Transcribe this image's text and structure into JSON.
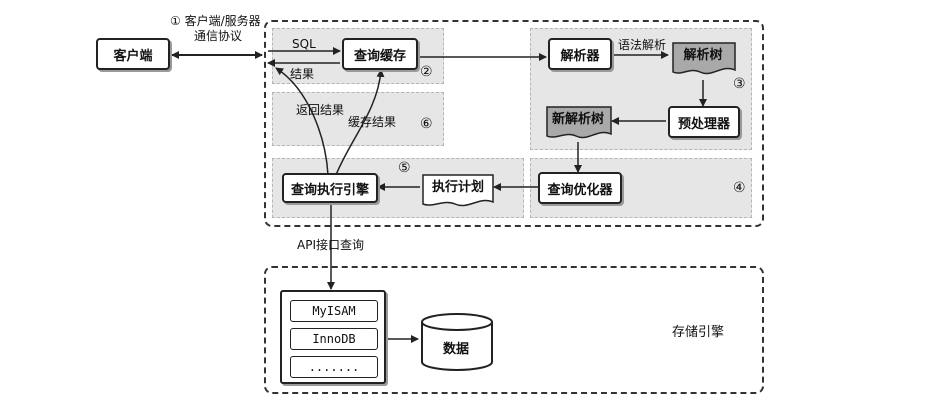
{
  "protocol": {
    "label_line1": "① 客户端/服务器",
    "label_line2": "通信协议"
  },
  "nodes": {
    "client": "客户端",
    "query_cache": "查询缓存",
    "parser": "解析器",
    "parse_tree": "解析树",
    "preprocessor": "预处理器",
    "new_parse_tree": "新解析树",
    "optimizer": "查询优化器",
    "exec_plan": "执行计划",
    "exec_engine": "查询执行引擎",
    "data": "数据"
  },
  "edge_labels": {
    "sql": "SQL",
    "result": "结果",
    "syntax_parse": "语法解析",
    "return_result": "返回结果",
    "cache_result": "缓存结果",
    "api_query": "API接口查询"
  },
  "step_numbers": {
    "s2": "②",
    "s3": "③",
    "s4": "④",
    "s5": "⑤",
    "s6": "⑥"
  },
  "storage": {
    "label": "存储引擎",
    "engines": [
      "MyISAM",
      "InnoDB",
      "......."
    ]
  }
}
